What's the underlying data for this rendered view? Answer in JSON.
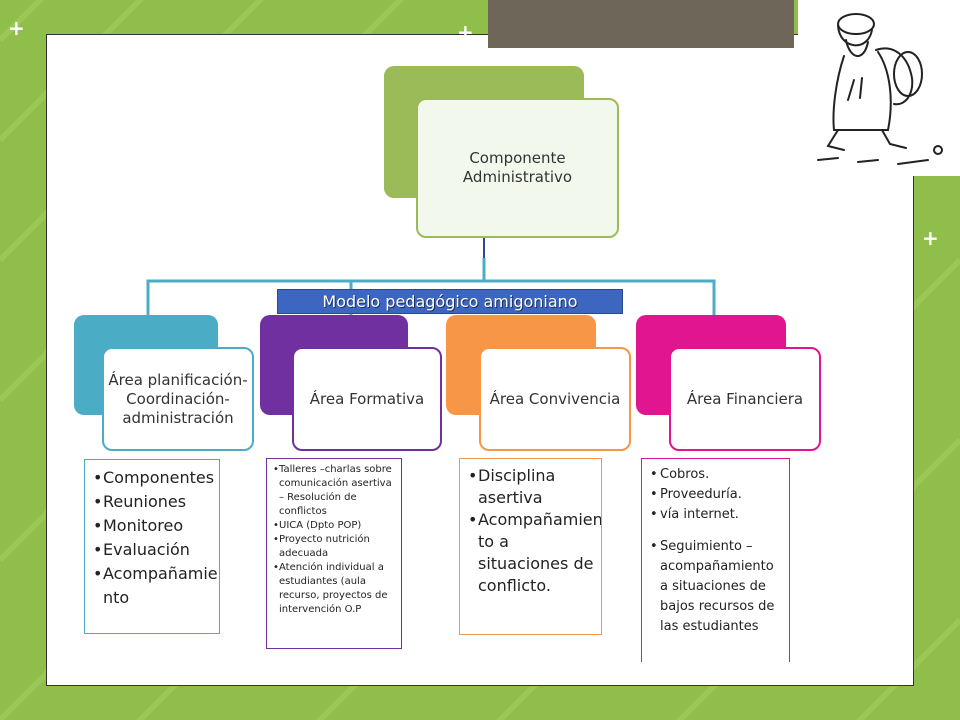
{
  "diagram": {
    "root": "Componente Administrativo",
    "title": "Modelo pedagógico amigoniano",
    "areas": [
      {
        "label": "Área planificación- Coordinación- administración",
        "color": "#4bacc6",
        "items": [
          "Componentes",
          "Reuniones",
          "Monitoreo",
          "Evaluación",
          "Acompañamie nto"
        ]
      },
      {
        "label": "Área Formativa",
        "color": "#7030a0",
        "items": [
          "Talleres –charlas sobre comunicación asertiva – Resolución de conflictos",
          "UICA (Dpto POP)",
          "Proyecto nutrición adecuada",
          "Atención individual a estudiantes (aula recurso, proyectos de intervención O.P"
        ]
      },
      {
        "label": "Área Convivencia",
        "color": "#f79646",
        "items": [
          "Disciplina asertiva",
          "Acompañamien to a situaciones de conflicto."
        ]
      },
      {
        "label": "Área Financiera",
        "color": "#e0158f",
        "items": [
          "Cobros.",
          "Proveeduría.",
          "vía internet.",
          "Seguimiento – acompañamiento a situaciones de bajos recursos de las estudiantes"
        ]
      }
    ]
  },
  "colors": {
    "root": "#9bbb59",
    "connector": "#4bacc6",
    "title_bg": "#3d66c0",
    "background": "#8fbe4a"
  }
}
